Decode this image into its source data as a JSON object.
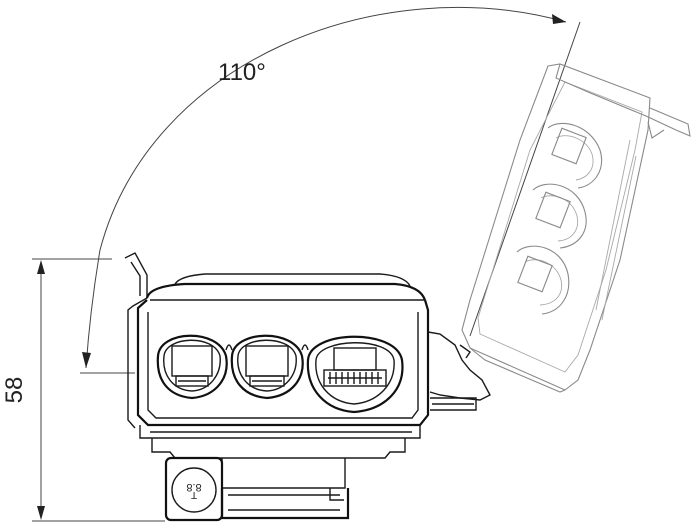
{
  "annotations": {
    "angle_label": "110°",
    "height_label": "58"
  },
  "part": {
    "label_marking": "8.8",
    "label_prefix": "T"
  },
  "colors": {
    "line": "#1a1a1a",
    "ghost_line": "#8a8a8a",
    "background": "#ffffff"
  }
}
